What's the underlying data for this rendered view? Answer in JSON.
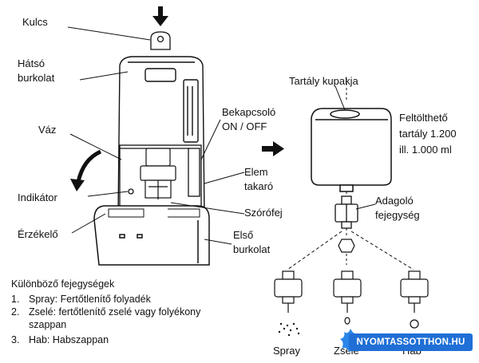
{
  "labels": {
    "kulcs": "Kulcs",
    "hatso_1": "Hátsó",
    "hatso_2": "burkolat",
    "vaz": "Váz",
    "indikator": "Indikátor",
    "erzekelo": "Érzékelő",
    "bekapcsolo_1": "Bekapcsoló",
    "bekapcsolo_2": "ON / OFF",
    "elem_1": "Elem",
    "elem_2": "takaró",
    "szorofej": "Szórófej",
    "elso_1": "Első",
    "elso_2": "burkolat",
    "tartaly_kupakja": "Tartály kupakja",
    "feltoltheto_1": "Feltölthető",
    "feltoltheto_2": "tartály 1.200",
    "feltoltheto_3": "ill. 1.000 ml",
    "adagolo_1": "Adagoló",
    "adagolo_2": "fejegység",
    "spray": "Spray",
    "zsele": "Zsele",
    "hab": "Hab"
  },
  "list": {
    "title": "Különböző fejegységek",
    "items": [
      {
        "num": "1.",
        "text": "Spray: Fertőtlenítő folyadék"
      },
      {
        "num": "2.",
        "text": "Zselé: fertőtlenítő zselé vagy folyékony",
        "cont": "szappan"
      },
      {
        "num": "3.",
        "text": "Hab: Habszappan"
      }
    ]
  },
  "watermark": {
    "text": "NYOMTASSOTTHON.HU",
    "color": "#1f6fd6"
  }
}
